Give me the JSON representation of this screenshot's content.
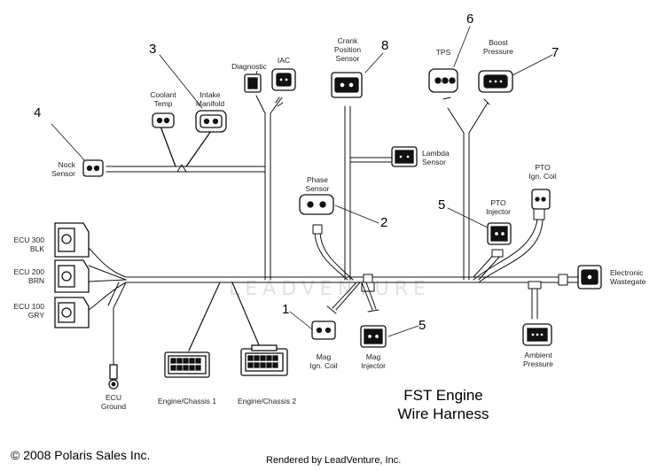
{
  "diagram": {
    "title": {
      "line1": "FST Engine",
      "line2": "Wire Harness"
    },
    "watermark": "LEADVENTURE",
    "labels": {
      "nock_sensor": [
        "Nock",
        "Sensor"
      ],
      "coolant_temp": [
        "Coolant",
        "Temp"
      ],
      "intake_manifold": [
        "Intake",
        "Manifold"
      ],
      "diagnostic": "Diagnostic",
      "iac": "IAC",
      "crank_position_sensor": [
        "Crank",
        "Position",
        "Sensor"
      ],
      "tps": "TPS",
      "boost_pressure": [
        "Boost",
        "Pressure"
      ],
      "lambda_sensor": [
        "Lambda",
        "Sensor"
      ],
      "phase_sensor": [
        "Phase",
        "Sensor"
      ],
      "pto_ign_coil": [
        "PTO",
        "Ign. Coil"
      ],
      "pto_injector": [
        "PTO",
        "Injector"
      ],
      "electronic_wastegate": [
        "Electronic",
        "Wastegate"
      ],
      "ecu_300": [
        "ECU 300",
        "BLK"
      ],
      "ecu_200": [
        "ECU 200",
        "BRN"
      ],
      "ecu_100": [
        "ECU 100",
        "GRY"
      ],
      "ecu_ground": [
        "ECU",
        "Ground"
      ],
      "engine_chassis_1": "Engine/Chassis 1",
      "engine_chassis_2": "Engine/Chassis 2",
      "mag_ign_coil": [
        "Mag",
        "Ign. Coil"
      ],
      "mag_injector": [
        "Mag",
        "Injector"
      ],
      "ambient_pressure": [
        "Ambient",
        "Pressure"
      ]
    },
    "callouts": {
      "nock_sensor": "4",
      "intake_manifold": "3",
      "crank_position_sensor": "8",
      "tps": "6",
      "boost_pressure": "7",
      "phase_sensor": "2",
      "pto_injector": "5",
      "mag_ign_coil": "1",
      "mag_injector": "5"
    }
  },
  "footer": {
    "copyright": "© 2008 Polaris Sales Inc.",
    "rendered_by": "Rendered by LeadVenture, Inc."
  }
}
